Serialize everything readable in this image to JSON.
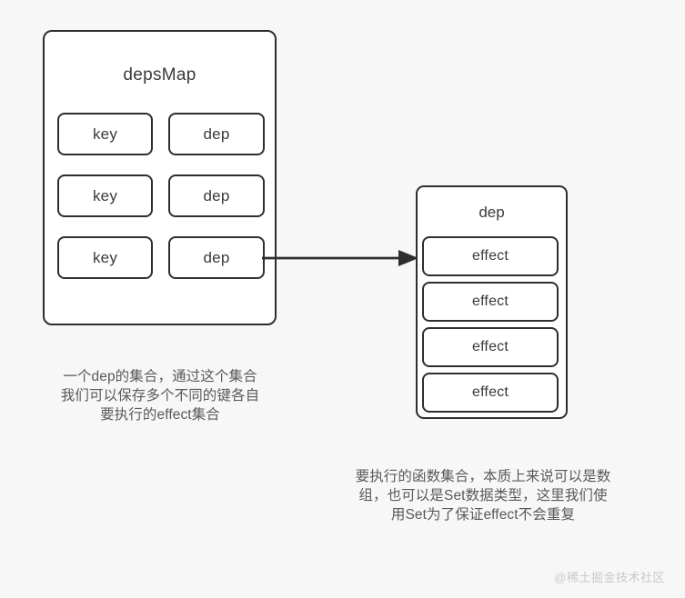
{
  "diagram": {
    "background_color": "#f7f7f7",
    "stroke_color": "#2e2e2e",
    "text_color": "#3a3a3a",
    "caption_color": "#5a5a5a",
    "deps_map": {
      "title": "depsMap",
      "rows": [
        {
          "key_label": "key",
          "dep_label": "dep"
        },
        {
          "key_label": "key",
          "dep_label": "dep"
        },
        {
          "key_label": "key",
          "dep_label": "dep"
        }
      ]
    },
    "dep_set": {
      "title": "dep",
      "effects": [
        {
          "label": "effect"
        },
        {
          "label": "effect"
        },
        {
          "label": "effect"
        },
        {
          "label": "effect"
        }
      ]
    },
    "connector": {
      "name": "dep-to-dep-set-arrow",
      "from": "depsMap row 3 dep",
      "to": "dep set"
    },
    "captions": {
      "left": "一个dep的集合，通过这个集合\n我们可以保存多个不同的键各自\n要执行的effect集合",
      "right": "要执行的函数集合，本质上来说可以是数\n组，也可以是Set数据类型，这里我们使\n用Set为了保证effect不会重复"
    },
    "watermark": "@稀土掘金技术社区"
  }
}
